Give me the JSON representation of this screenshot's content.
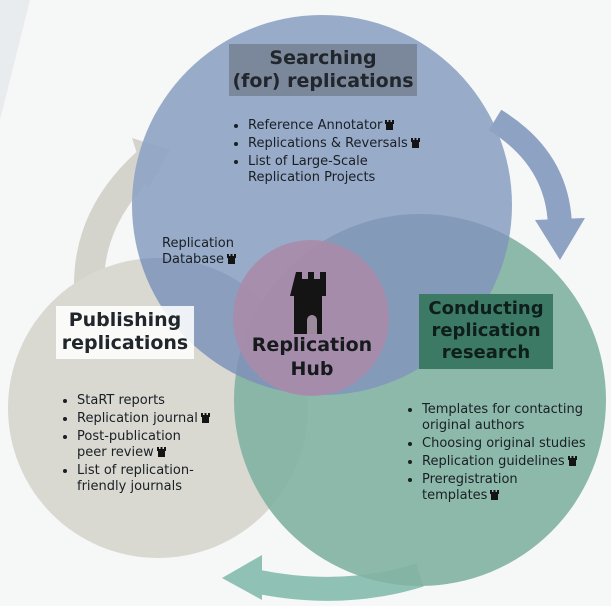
{
  "colors": {
    "searching_circle": "#8fa4c4",
    "conducting_circle": "#7fb0a0",
    "publishing_circle": "#d6d6cf",
    "hub_overlap": "#a58aa6",
    "arrow_blue": "#8ea2c4",
    "arrow_gray": "#d4d4cd",
    "arrow_teal": "#8fc2b5",
    "text_dark": "#1c2226"
  },
  "icons": {
    "hub": "castle-tower-icon",
    "marker": "castle-tower-icon"
  },
  "searching": {
    "title_line1": "Searching",
    "title_line2": "(for) replications",
    "items": [
      {
        "text": "Reference Annotator",
        "marker": true
      },
      {
        "text": "Replications & Reversals",
        "marker": true
      },
      {
        "text": "List of Large-Scale",
        "marker": false
      }
    ],
    "item3_cont": "Replication Projects"
  },
  "overlap_label": {
    "line1": "Replication",
    "line2": "Database"
  },
  "hub": {
    "line1": "Replication",
    "line2": "Hub"
  },
  "publishing": {
    "title_line1": "Publishing",
    "title_line2": "replications",
    "items": [
      "StaRT reports",
      "Replication journal",
      "Post-publication",
      "peer review",
      "List of replication-",
      "friendly journals"
    ]
  },
  "conducting": {
    "title_line1": "Conducting",
    "title_line2": "replication",
    "title_line3": "research",
    "items": [
      "Templates for contacting",
      "original authors",
      "Choosing original studies",
      "Replication guidelines",
      "Preregistration",
      "templates"
    ]
  }
}
